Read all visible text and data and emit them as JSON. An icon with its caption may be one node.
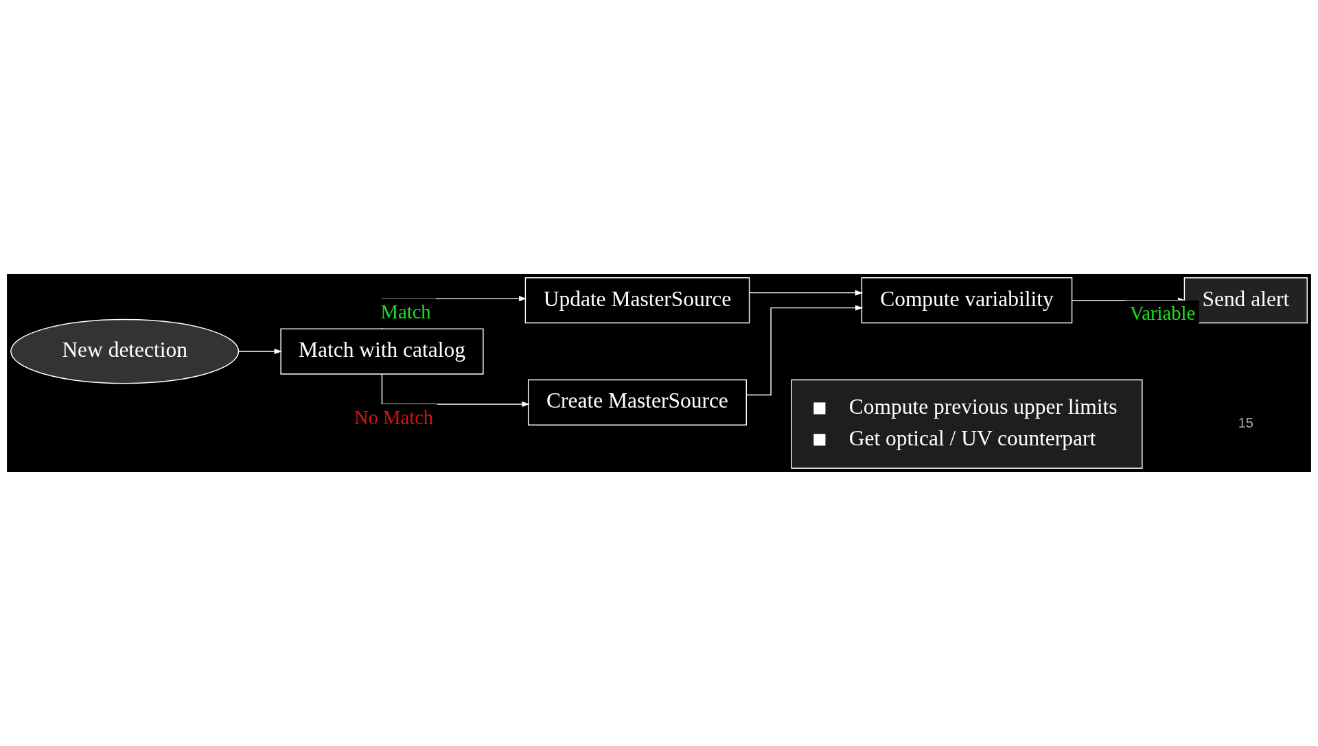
{
  "diagram": {
    "nodes": [
      {
        "text": [
          "New detection"
        ]
      },
      {
        "text": [
          "Match with catalog"
        ]
      },
      {
        "text": [
          "Update MasterSource"
        ]
      },
      {
        "text": [
          "Create MasterSource"
        ]
      },
      {
        "text": [
          "Compute variability"
        ]
      },
      {
        "text": [
          "Send alert"
        ]
      },
      {
        "text": [
          "Compute previous upper limits",
          "Get optical / UV counterpart"
        ]
      }
    ],
    "edges": [
      {
        "from": 0,
        "to": 1,
        "arrow": "to"
      },
      {
        "from": 1,
        "to": 2,
        "arrow": "to",
        "label": "Match"
      },
      {
        "from": 1,
        "to": 3,
        "arrow": "to",
        "label": "No Match"
      },
      {
        "from": 2,
        "to": 4,
        "arrow": "to"
      },
      {
        "from": 3,
        "to": 4,
        "arrow": "to"
      },
      {
        "from": 4,
        "to": 5,
        "arrow": "to",
        "label": "Variable"
      }
    ],
    "labels": [
      "15"
    ]
  }
}
